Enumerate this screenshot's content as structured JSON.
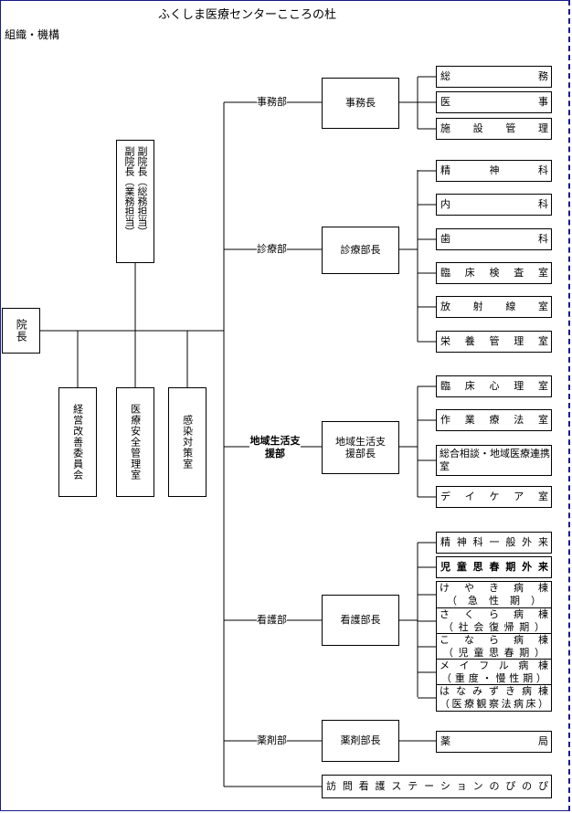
{
  "title": "ふくしま医療センターこころの杜",
  "subtitle": "組織・機構",
  "director": "院長",
  "vice_directors": [
    "副院長（総務担当）",
    "副院長（業務担当）"
  ],
  "committees": [
    "経営改善委員会",
    "医療安全管理室",
    "感染対策室"
  ],
  "departments": [
    {
      "name": "事務部",
      "head": "事務長",
      "units": [
        "総務",
        "医事",
        "施設管理"
      ]
    },
    {
      "name": "診療部",
      "head": "診療部長",
      "units": [
        "精神科",
        "内科",
        "歯科",
        "臨床検査室",
        "放射線室",
        "栄養管理室"
      ]
    },
    {
      "name": "地域生活支援部",
      "head": "地域生活支援部長",
      "units": [
        "臨床心理室",
        "作業療法室",
        "総合相談・地域医療連携室",
        "デイケア室"
      ]
    },
    {
      "name": "看護部",
      "head": "看護部長",
      "units": [
        "精神科一般外来",
        "児童思春期外来",
        "けやき病棟（急性期）",
        "さくら病棟（社会復帰期）",
        "こなら病棟（児童思春期）",
        "メイフル病棟（重度・慢性期）",
        "はなみずき病棟（医療観察法病床）"
      ]
    },
    {
      "name": "薬剤部",
      "head": "薬剤部長",
      "units": [
        "薬局"
      ]
    }
  ],
  "station": "訪問看護ステーションのぴのぴ"
}
